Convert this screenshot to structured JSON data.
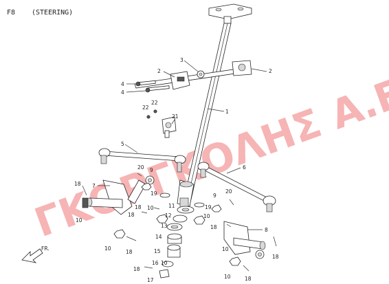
{
  "header": {
    "figure_code": "F8",
    "section_title": "(STEERING)"
  },
  "watermark": {
    "text": "ΓΚΟΡΓΚΟΛΗΣ Α.Ε."
  },
  "direction": {
    "label": "FR."
  },
  "callouts": [
    {
      "key": "p1",
      "label": "1"
    },
    {
      "key": "p2a",
      "label": "2"
    },
    {
      "key": "p2b",
      "label": "2"
    },
    {
      "key": "p3",
      "label": "3"
    },
    {
      "key": "p4a",
      "label": "4"
    },
    {
      "key": "p4b",
      "label": "4"
    },
    {
      "key": "p5",
      "label": "5"
    },
    {
      "key": "p6",
      "label": "6"
    },
    {
      "key": "p7",
      "label": "7"
    },
    {
      "key": "p8",
      "label": "8"
    },
    {
      "key": "p9a",
      "label": "9"
    },
    {
      "key": "p9b",
      "label": "9"
    },
    {
      "key": "p10a",
      "label": "10"
    },
    {
      "key": "p10b",
      "label": "10"
    },
    {
      "key": "p10c",
      "label": "10"
    },
    {
      "key": "p10d",
      "label": "10"
    },
    {
      "key": "p10e",
      "label": "10"
    },
    {
      "key": "p10f",
      "label": "10"
    },
    {
      "key": "p10g",
      "label": "10"
    },
    {
      "key": "p11",
      "label": "11"
    },
    {
      "key": "p12",
      "label": "12"
    },
    {
      "key": "p13",
      "label": "13"
    },
    {
      "key": "p14",
      "label": "14"
    },
    {
      "key": "p15",
      "label": "15"
    },
    {
      "key": "p16",
      "label": "16"
    },
    {
      "key": "p17",
      "label": "17"
    },
    {
      "key": "p18a",
      "label": "18"
    },
    {
      "key": "p18b",
      "label": "18"
    },
    {
      "key": "p18c",
      "label": "18"
    },
    {
      "key": "p18d",
      "label": "18"
    },
    {
      "key": "p18e",
      "label": "18"
    },
    {
      "key": "p18f",
      "label": "18"
    },
    {
      "key": "p18g",
      "label": "18"
    },
    {
      "key": "p18h",
      "label": "18"
    },
    {
      "key": "p19a",
      "label": "19"
    },
    {
      "key": "p19b",
      "label": "19"
    },
    {
      "key": "p20a",
      "label": "20"
    },
    {
      "key": "p20b",
      "label": "20"
    },
    {
      "key": "p21",
      "label": "21"
    },
    {
      "key": "p22a",
      "label": "22"
    },
    {
      "key": "p22b",
      "label": "22"
    }
  ]
}
